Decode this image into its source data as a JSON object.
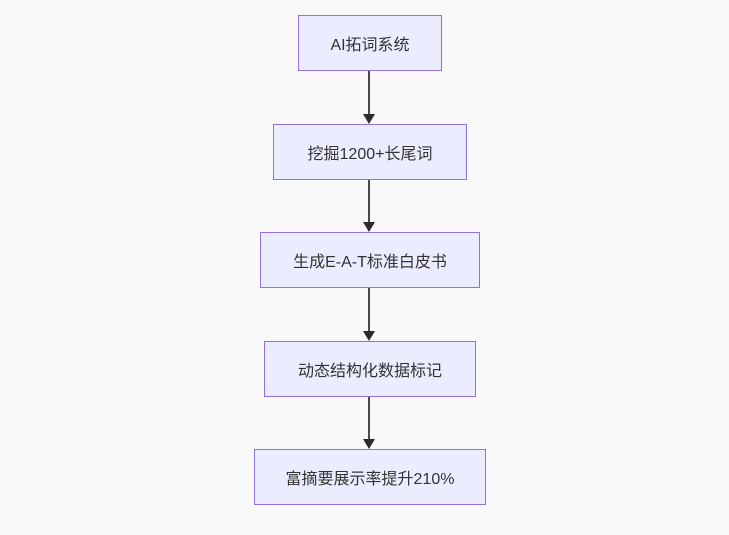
{
  "diagram": {
    "type": "flowchart-top-down",
    "background_color": "#f9f9f9",
    "node_fill_color": "#ECECFF",
    "node_border_color": "#9370DB",
    "node_text_color": "#333333",
    "arrow_color": "#333333",
    "nodes": [
      {
        "id": "ai-keyword-system",
        "label": "AI拓词系统"
      },
      {
        "id": "longtail-mining",
        "label": "挖掘1200+长尾词"
      },
      {
        "id": "eat-whitepaper",
        "label": "生成E-A-T标准白皮书"
      },
      {
        "id": "structured-data-markup",
        "label": "动态结构化数据标记"
      },
      {
        "id": "rich-snippet-result",
        "label": "富摘要展示率提升210%"
      }
    ],
    "edges": [
      {
        "from": "ai-keyword-system",
        "to": "longtail-mining"
      },
      {
        "from": "longtail-mining",
        "to": "eat-whitepaper"
      },
      {
        "from": "eat-whitepaper",
        "to": "structured-data-markup"
      },
      {
        "from": "structured-data-markup",
        "to": "rich-snippet-result"
      }
    ]
  }
}
